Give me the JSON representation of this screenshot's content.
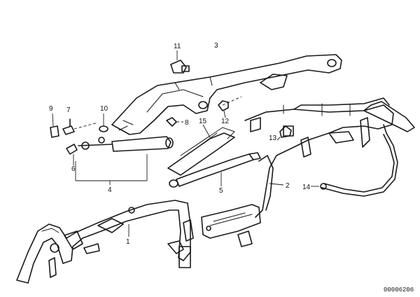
{
  "diagram": {
    "labels": [
      "1",
      "2",
      "3",
      "4",
      "5",
      "6",
      "7",
      "8",
      "9",
      "10",
      "11",
      "12",
      "13",
      "14",
      "15"
    ],
    "drawing_number": "00006206"
  }
}
